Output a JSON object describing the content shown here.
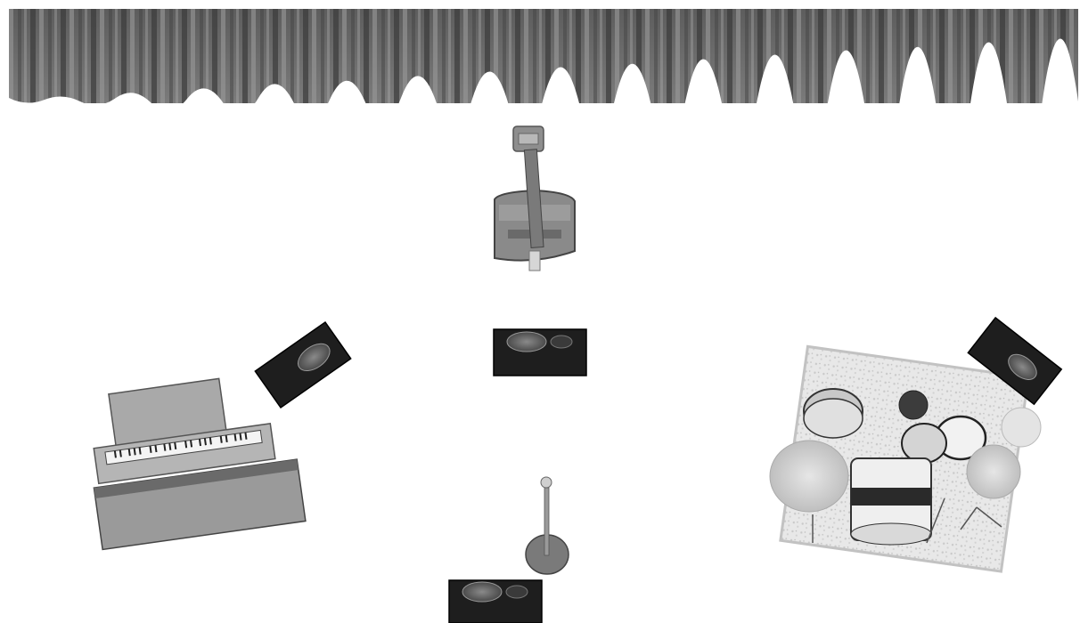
{
  "scene": {
    "background": "#ffffff",
    "curtain_color": "#6a6a6a",
    "curtain_shadow": "#2e2e2e",
    "curtain_highlight": "#a9a9a9",
    "monitor_speaker_color": "#1e1e1e",
    "instrument_color": "#9b9b9b",
    "drum_rug_color": "#e6e6e6"
  },
  "objects": [
    {
      "name": "stage-curtain"
    },
    {
      "name": "amplifier-with-stand"
    },
    {
      "name": "floor-monitor-speaker-center"
    },
    {
      "name": "floor-monitor-speaker-front"
    },
    {
      "name": "floor-monitor-speaker-keyboard"
    },
    {
      "name": "floor-monitor-speaker-drums"
    },
    {
      "name": "keyboard-organ"
    },
    {
      "name": "drum-kit"
    },
    {
      "name": "microphone-stand"
    }
  ]
}
